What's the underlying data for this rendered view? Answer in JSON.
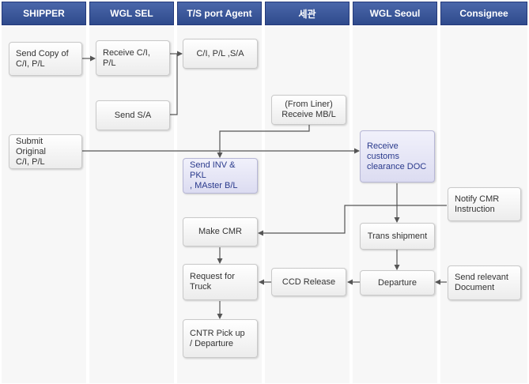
{
  "lanes": [
    {
      "label": "SHIPPER"
    },
    {
      "label": "WGL SEL"
    },
    {
      "label": "T/S port Agent"
    },
    {
      "label": "세관"
    },
    {
      "label": "WGL Seoul"
    },
    {
      "label": "Consignee"
    }
  ],
  "steps": {
    "send_copy": "Send Copy of\nC/I, P/L",
    "submit_original": "Submit Original\nC/I, P/L",
    "receive_ci": "Receive C/I,\nP/L",
    "send_sa": "Send S/A",
    "ci_pl_sa": "C/I, P/L ,S/A",
    "send_inv": "Send INV & PKL\n, MAster B/L",
    "make_cmr": "Make CMR",
    "request_truck": "Request for\nTruck",
    "cntr_pickup": "CNTR Pick up\n/ Departure",
    "receive_mbl": "(From Liner)\nReceive MB/L",
    "ccd_release": "CCD Release",
    "receive_customs": "Receive\ncustoms\nclearance DOC",
    "trans_shipment": "Trans shipment",
    "departure": "Departure",
    "notify_cmr": "Notify CMR\nInstruction",
    "send_relevant": "Send relevant\nDocument"
  },
  "colors": {
    "header": "#3a5699",
    "lane_background": "#f7f7f7",
    "connector": "#555555",
    "highlight_text": "#2a3a8c"
  }
}
